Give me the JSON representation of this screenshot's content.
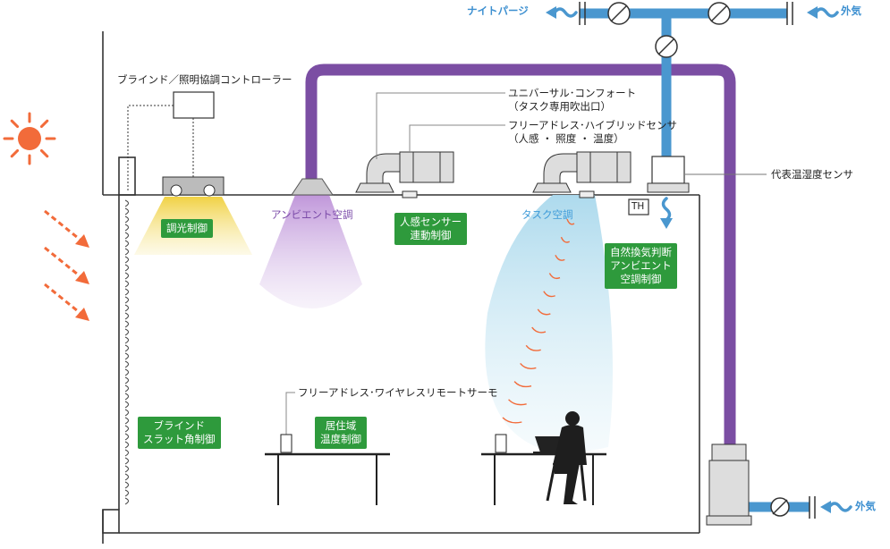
{
  "labels": {
    "night_purge": "ナイトパージ",
    "outside_air_top": "外気",
    "outside_air_bottom": "外気",
    "blind_light_controller": "ブラインド／照明協調コントローラー",
    "universal_comfort_1": "ユニバーサル･コンフォート",
    "universal_comfort_2": "（タスク専用吹出口）",
    "hybrid_sensor_1": "フリーアドレス･ハイブリッドセンサ",
    "hybrid_sensor_2": "（人感 ・ 照度 ・ 温度）",
    "rep_sensor": "代表温湿度センサ",
    "th": "TH",
    "ambient_ac": "アンビエント空調",
    "task_ac": "タスク空調",
    "wireless_thermo": "フリーアドレス･ワイヤレスリモートサーモ"
  },
  "badges": {
    "dimming": "調光制御",
    "motion_1": "人感センサー",
    "motion_2": "連動制御",
    "natvent_1": "自然換気判断",
    "natvent_2": "アンビエント",
    "natvent_3": "空調制御",
    "blind_1": "ブラインド",
    "blind_2": "スラット角制御",
    "zone_1": "居住域",
    "zone_2": "温度制御"
  },
  "colors": {
    "duct_purple": "#7b4ea3",
    "duct_blue": "#4a97cf",
    "sun": "#f26b3a",
    "badge_green": "#2e9a3c",
    "light_yellow": "#f2d64b",
    "ambient_lavender": "#c9a8dd",
    "task_blue": "#bfe3f1"
  },
  "icons": [
    "sun-icon",
    "damper-icon",
    "wave-arrow-icon",
    "person-icon",
    "laptop-icon"
  ]
}
